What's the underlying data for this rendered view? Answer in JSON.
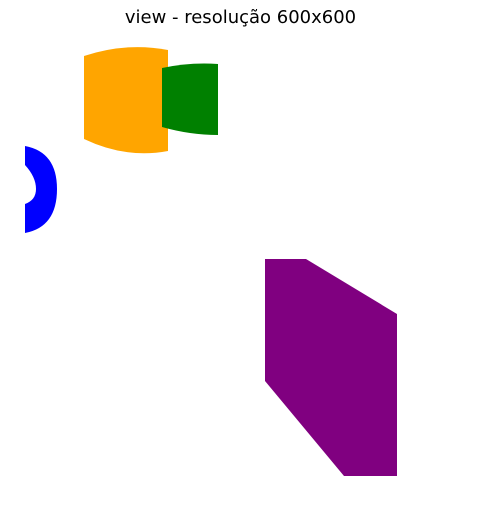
{
  "title": "view - resolução 600x600",
  "shapes": [
    {
      "name": "orange-shape",
      "color": "#ffa500"
    },
    {
      "name": "green-shape",
      "color": "#008000"
    },
    {
      "name": "blue-shape",
      "color": "#0000ff"
    },
    {
      "name": "purple-shape",
      "color": "#800080"
    }
  ]
}
